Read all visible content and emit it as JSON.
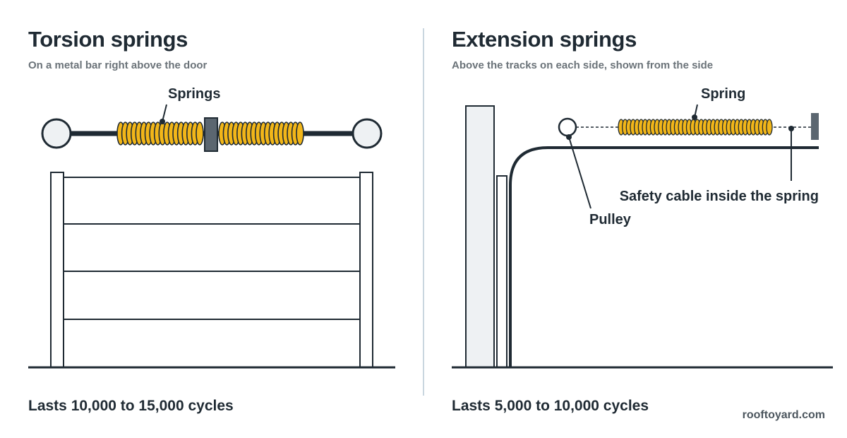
{
  "torsion": {
    "title": "Torsion springs",
    "subtitle": "On a metal bar right above the door",
    "label_springs": "Springs",
    "lifespan": "Lasts 10,000 to 15,000 cycles"
  },
  "extension": {
    "title": "Extension springs",
    "subtitle": "Above the tracks on each side, shown from the side",
    "label_spring": "Spring",
    "label_cable": "Safety cable inside the spring",
    "label_pulley": "Pulley",
    "lifespan": "Lasts 5,000 to 10,000 cycles"
  },
  "brand": "rooftoyard.com",
  "colors": {
    "spring": "#f2b619",
    "outline": "#1f2a33",
    "divider": "#c9d6df",
    "wall": "#eef1f3",
    "bracket": "#5b6670"
  }
}
